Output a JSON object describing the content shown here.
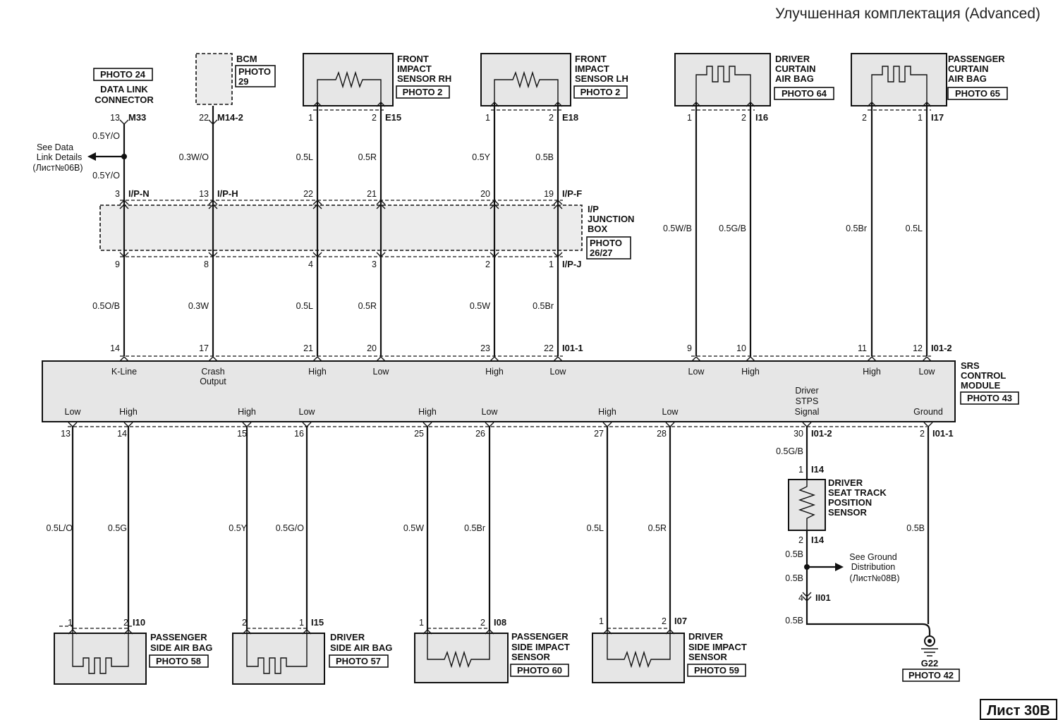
{
  "title": "Улучшенная комплектация (Advanced)",
  "sheet": "Лист 30В",
  "components": {
    "dlc": {
      "photo": "PHOTO 24",
      "name1": "DATA LINK",
      "name2": "CONNECTOR",
      "pin": "13",
      "conn": "M33"
    },
    "dlc_ref": {
      "l1": "See Data",
      "l2": "Link Details",
      "l3": "(Лист№06В)"
    },
    "bcm": {
      "name": "BCM",
      "photo1": "PHOTO",
      "photo2": "29",
      "pin": "22",
      "conn": "M14-2"
    },
    "fis_rh": {
      "n1": "FRONT",
      "n2": "IMPACT",
      "n3": "SENSOR RH",
      "photo": "PHOTO 2",
      "p1": "1",
      "p2": "2",
      "conn": "E15"
    },
    "fis_lh": {
      "n1": "FRONT",
      "n2": "IMPACT",
      "n3": "SENSOR LH",
      "photo": "PHOTO 2",
      "p1": "1",
      "p2": "2",
      "conn": "E18"
    },
    "dcab": {
      "n1": "DRIVER",
      "n2": "CURTAIN",
      "n3": "AIR BAG",
      "photo": "PHOTO 64",
      "p1": "1",
      "p2": "2",
      "conn": "I16"
    },
    "pcab": {
      "n1": "PASSENGER",
      "n2": "CURTAIN",
      "n3": "AIR BAG",
      "photo": "PHOTO 65",
      "p1": "2",
      "p2": "1",
      "conn": "I17"
    },
    "ipjb": {
      "n1": "I/P",
      "n2": "JUNCTION",
      "n3": "BOX",
      "photo1": "PHOTO",
      "photo2": "26/27",
      "conn_top1": "I/P-N",
      "conn_top2": "I/P-H",
      "conn_top3": "I/P-F",
      "conn_bot": "I/P-J"
    },
    "srs": {
      "n1": "SRS",
      "n2": "CONTROL",
      "n3": "MODULE",
      "photo": "PHOTO 43",
      "conn_a": "I01-1",
      "conn_b": "I01-2",
      "conn_c": "I01-2",
      "conn_d": "I01-1"
    },
    "psab": {
      "n1": "PASSENGER",
      "n2": "SIDE AIR BAG",
      "photo": "PHOTO 58",
      "p1": "1",
      "p2": "2",
      "conn": "I10"
    },
    "dsab": {
      "n1": "DRIVER",
      "n2": "SIDE AIR BAG",
      "photo": "PHOTO 57",
      "p1": "2",
      "p2": "1",
      "conn": "I15"
    },
    "psis": {
      "n1": "PASSENGER",
      "n2": "SIDE IMPACT",
      "n3": "SENSOR",
      "photo": "PHOTO 60",
      "p1": "1",
      "p2": "2",
      "conn": "I08"
    },
    "dsis": {
      "n1": "DRIVER",
      "n2": "SIDE IMPACT",
      "n3": "SENSOR",
      "photo": "PHOTO 59",
      "p1": "1",
      "p2": "2",
      "conn": "I07"
    },
    "dstps": {
      "n1": "DRIVER",
      "n2": "SEAT TRACK",
      "n3": "POSITION",
      "n4": "SENSOR",
      "p1": "1",
      "p2": "2",
      "conn": "I14"
    },
    "gnd_ref": {
      "l1": "See Ground",
      "l2": "Distribution",
      "l3": "(Лист№08В)"
    },
    "ground": {
      "name": "G22",
      "photo": "PHOTO 42",
      "pin": "4",
      "conn": "II01"
    }
  },
  "wires": {
    "dlc_a": "0.5Y/O",
    "dlc_b": "0.5Y/O",
    "bcm": "0.3W/O",
    "rh1": "0.5L",
    "rh2": "0.5R",
    "lh1": "0.5Y",
    "lh2": "0.5B",
    "dc1": "0.5W/B",
    "dc2": "0.5G/B",
    "pc1": "0.5Br",
    "pc2": "0.5L",
    "jb9": "0.5O/B",
    "jb8": "0.3W",
    "jb4": "0.5L",
    "jb3": "0.5R",
    "jb2": "0.5W",
    "jb1": "0.5Br",
    "ps1": "0.5L/O",
    "ps2": "0.5G",
    "ds1": "0.5Y",
    "ds2": "0.5G/O",
    "pi1": "0.5W",
    "pi2": "0.5Br",
    "di1": "0.5L",
    "di2": "0.5R",
    "st1": "0.5G/B",
    "st2": "0.5B",
    "st3": "0.5B",
    "st4": "0.5B",
    "gnd": "0.5B"
  },
  "pins": {
    "jb_top": [
      "3",
      "13",
      "22",
      "21",
      "20",
      "19"
    ],
    "jb_bot": [
      "9",
      "8",
      "4",
      "3",
      "2",
      "1"
    ],
    "srs_top": [
      "14",
      "17",
      "21",
      "20",
      "23",
      "22",
      "9",
      "10",
      "11",
      "12"
    ],
    "srs_bot": [
      "13",
      "14",
      "15",
      "16",
      "25",
      "26",
      "27",
      "28",
      "30",
      "2"
    ],
    "st_top": "1",
    "st_bot": "2"
  },
  "srs_labels": {
    "top": [
      "K-Line",
      "Crash",
      "Output",
      "High",
      "Low",
      "High",
      "Low",
      "Low",
      "High",
      "High",
      "Low"
    ],
    "bottom": [
      "Low",
      "High",
      "High",
      "Low",
      "High",
      "Low",
      "High",
      "Low",
      "Driver",
      "STPS",
      "Signal",
      "Ground"
    ]
  }
}
